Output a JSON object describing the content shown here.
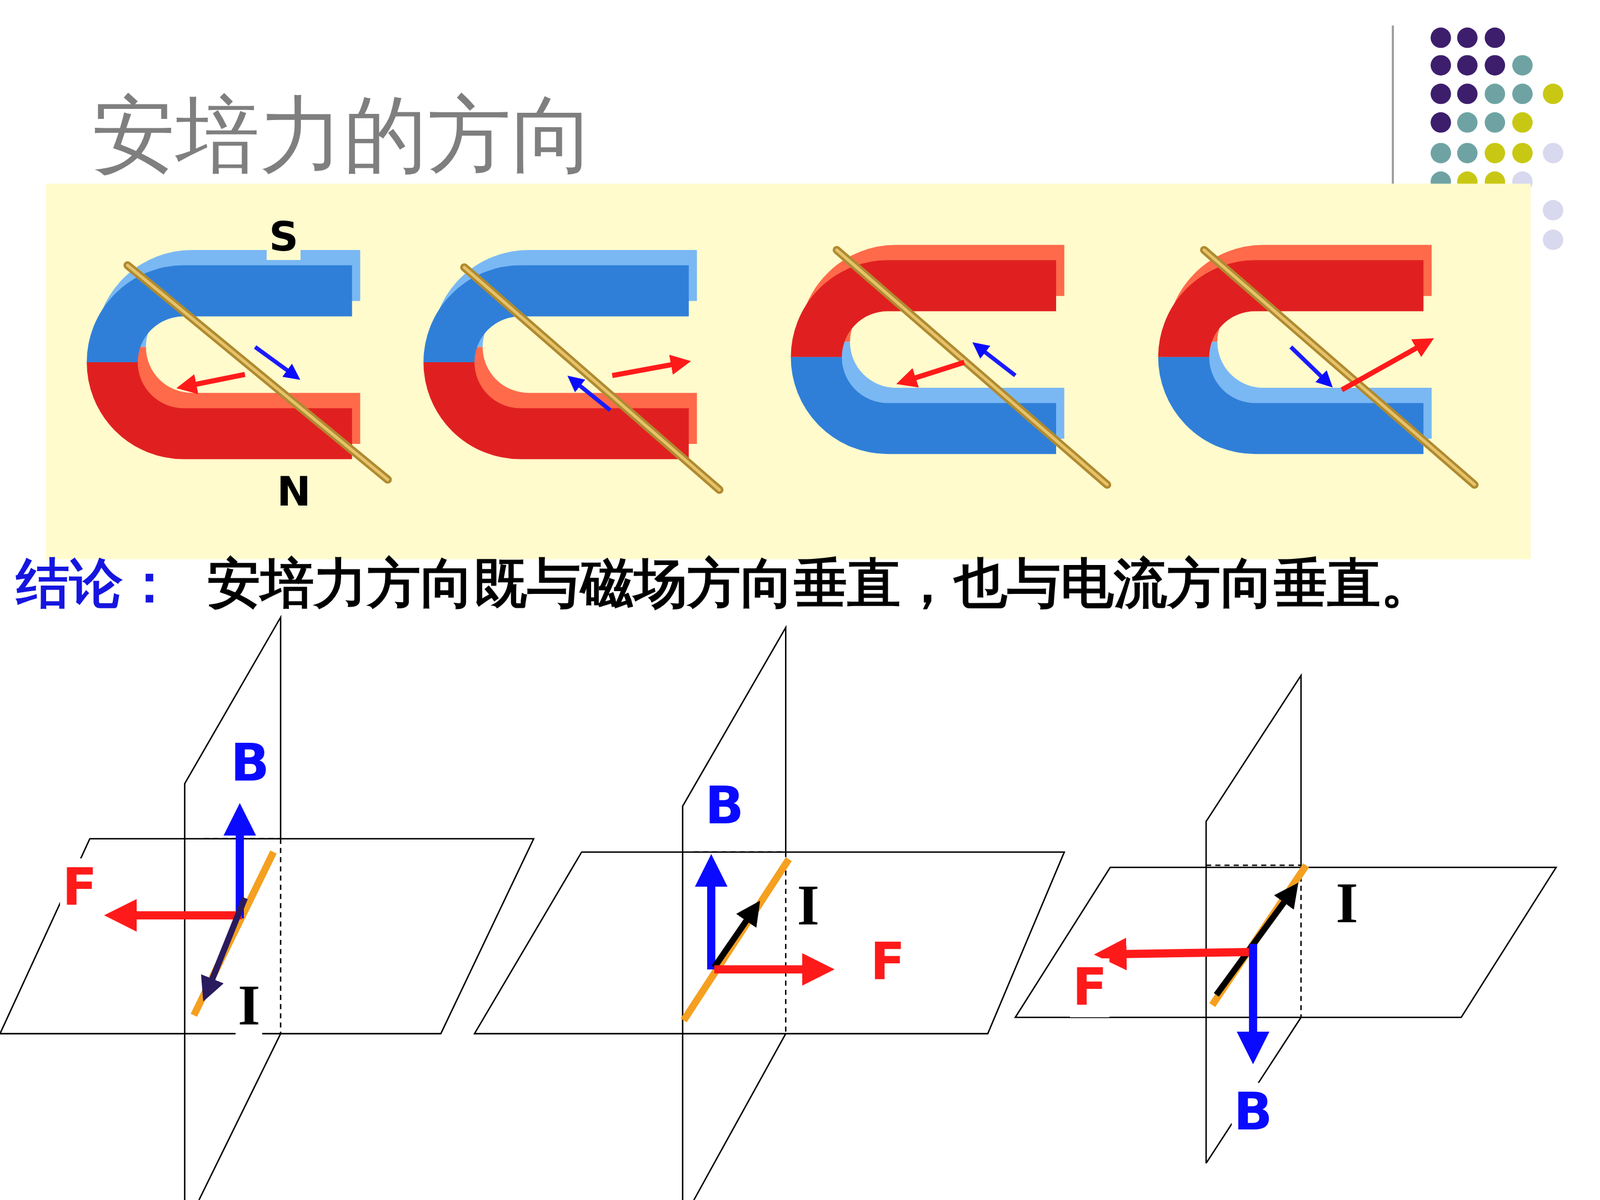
{
  "diagram": {
    "title": "安培力的方向",
    "labels": [
      "S",
      "N",
      "结论：",
      "安培力方向既与磁场方向垂直，也与电流方向垂直。",
      "B",
      "F",
      "I",
      "B",
      "I",
      "F",
      "I",
      "F",
      "B"
    ]
  }
}
